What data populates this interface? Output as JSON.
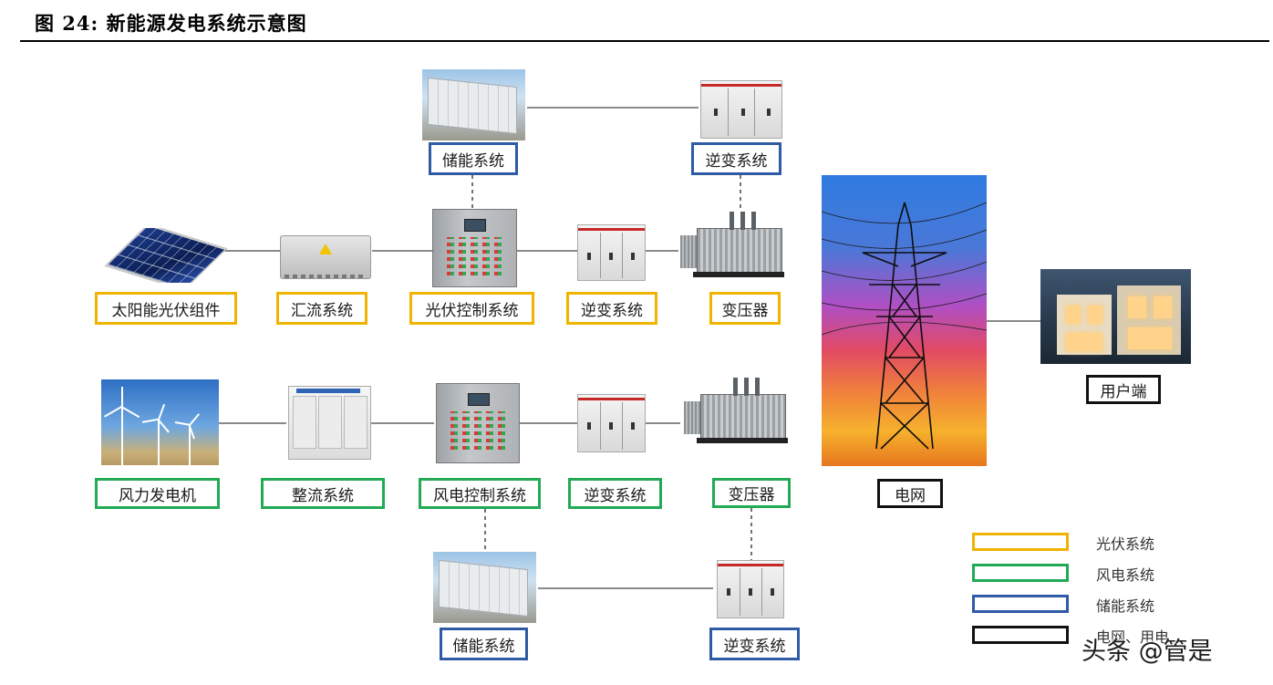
{
  "title": "图 24:  新能源发电系统示意图",
  "nodes": {
    "storage_top": "储能系统",
    "inverter_top": "逆变系统",
    "solar_module": "太阳能光伏组件",
    "combiner": "汇流系统",
    "pv_control": "光伏控制系统",
    "pv_inverter": "逆变系统",
    "pv_transformer": "变压器",
    "grid": "电网",
    "user": "用户端",
    "wind_turbine": "风力发电机",
    "rectifier": "整流系统",
    "wind_control": "风电控制系统",
    "wind_inverter": "逆变系统",
    "wind_transformer": "变压器",
    "storage_bottom": "储能系统",
    "inverter_bottom": "逆变系统"
  },
  "legend": [
    {
      "label": "光伏系统",
      "color": "#f0b400"
    },
    {
      "label": "风电系统",
      "color": "#22aa55"
    },
    {
      "label": "储能系统",
      "color": "#2e5aa6"
    },
    {
      "label": "电网、用电",
      "color": "#111111"
    }
  ],
  "colors": {
    "pv": "#f0b400",
    "wind": "#22aa55",
    "storage": "#2e5aa6",
    "grid": "#111111"
  },
  "watermark": "头条 @管是"
}
